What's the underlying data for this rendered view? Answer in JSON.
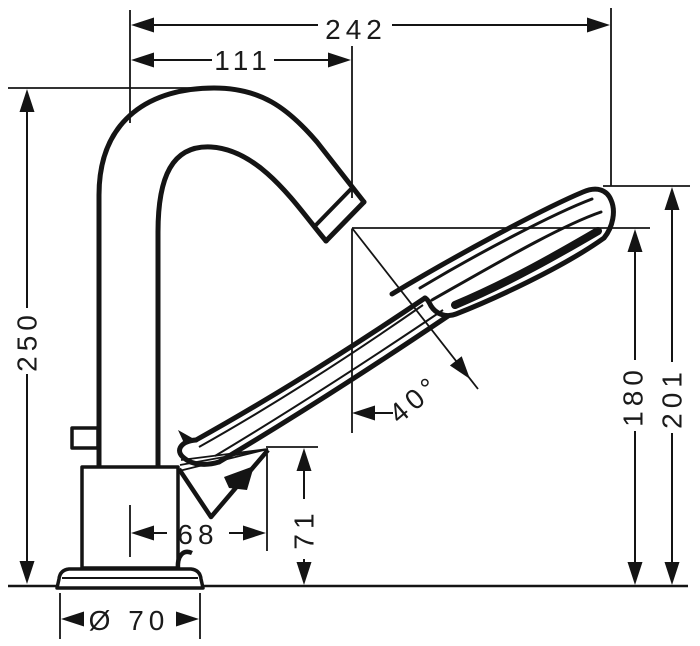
{
  "drawing": {
    "type": "technical-dimension-drawing",
    "subject": "3-hole rim-mounted bath mixer with swivel spout and hand shower",
    "background_color": "#ffffff",
    "line_color": "#141414",
    "dimensions": {
      "overall_reach": "242",
      "spout_reach": "111",
      "spout_height": "250",
      "handshower_top_height": "201",
      "handshower_outlet_height": "180",
      "holder_offset": "68",
      "holder_height": "71",
      "base_diameter": "Ø 70",
      "handshower_angle": "40°"
    }
  }
}
